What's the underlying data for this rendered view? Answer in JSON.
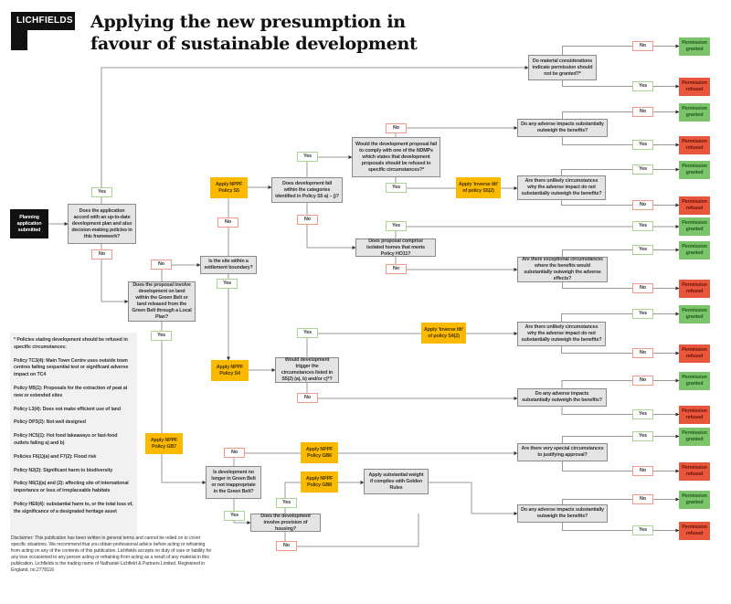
{
  "header": {
    "logo": "LICHFIELDS",
    "title_line1": "Applying the new presumption in",
    "title_line2": "favour of sustainable development"
  },
  "labels": {
    "yes": "Yes",
    "no": "No"
  },
  "outcomes": {
    "granted": "Permission granted",
    "refused": "Permission refused"
  },
  "nodes": {
    "start": "Planning application submitted",
    "q_accord": "Does the application accord with an up-to-date development plan and also decision-making policies in this framework?",
    "q_material": "Do material considerations indicate permission should not be granted?*",
    "apply_s5": "Apply NPPF Policy S5",
    "q_categories": "Does development fall within the categories identified in Policy S5 a) – j)?",
    "q_ndmp": "Would the development proposal fail to comply with one of the NDMPs which states that development proposals should be refused in specific circumstances?*",
    "q_adverse_1": "Do any adverse impacts substantially outweigh the benefits?",
    "tilt_s5": "Apply 'inverse tilt' of policy S5(2)",
    "q_unlikely_1": "Are there unlikely circumstances why the adverse impact do not substantially outweigh the benefits?",
    "q_isolated": "Does proposal comprise isolated homes that meets Policy HO11?",
    "q_exceptional": "Are there exceptional circumstances where the benefits would substantially outweigh the adverse effects?",
    "q_settlement": "Is the site within a settlement boundary?",
    "q_greenbelt": "Does the proposal involve development on land within the Green Belt or land released from the Green Belt through a Local Plan?",
    "apply_s4": "Apply NPPF Policy S4",
    "q_trigger": "Would development trigger the circumstances listed in S5(2) (a), b) and/or c)*?",
    "tilt_s4": "Apply 'inverse tilt' of policy S4(2)",
    "q_unlikely_2": "Are there unlikely circumstances why the adverse impact do not substantially outweigh the benefits?",
    "q_adverse_2": "Do any adverse impacts substantially outweigh the benefits?",
    "apply_gb7": "Apply NPPF Policy GB7",
    "apply_gb6": "Apply NPPF Policy GB6",
    "q_special": "Are there very special circumstances to justifying approval?",
    "q_no_longer_gb": "Is development no longer in Green Belt or not inappropriate in the Green Belt?",
    "apply_gb8": "Apply NPPF Policy GB8",
    "weight": "Apply substantial weight if complies with Golden Rules",
    "q_housing": "Does the development involve provision of housing?",
    "q_adverse_3": "Do any adverse impacts substantially outweigh the benefits?"
  },
  "notes": {
    "heading": "* Policies stating development should be refused in specific circumstances:",
    "items": [
      "Policy TC3(4): Main Town Centre uses outside town centres failing sequential test or significant adverse impact on TC4",
      "Policy M5(1): Proposals for the extraction of peat at new or extended sites",
      "Policy L3(4): Does not make efficient use of land",
      "Policy DP3(2): Not well designed",
      "Policy HC5(1): Hot food takeaways or fast-food outlets failing a) and b)",
      "Policies F6(1)(a) and F7(2): Flood risk",
      "Policy N2(2): Significant harm to biodiversity",
      "Policy N6(1)(a) and (2): affecting site of international importance or loss of irreplaceable habitats",
      "Policy HE6(4): substantial harm to, or the total loss of, the significance of a designated heritage asset"
    ]
  },
  "disclaimer": "Disclaimer: This publication has been written in general terms and cannot be relied on to cover specific situations. We recommend that you obtain professional advice before acting or refraining from acting on any of the contents of this publication. Lichfields accepts no duty of care or liability for any loss occasioned to any person acting or refraining from acting as a result of any material in this publication. Lichfields is the trading name of Nathaniel Lichfield & Partners Limited. Registered in England, no.2778116"
}
